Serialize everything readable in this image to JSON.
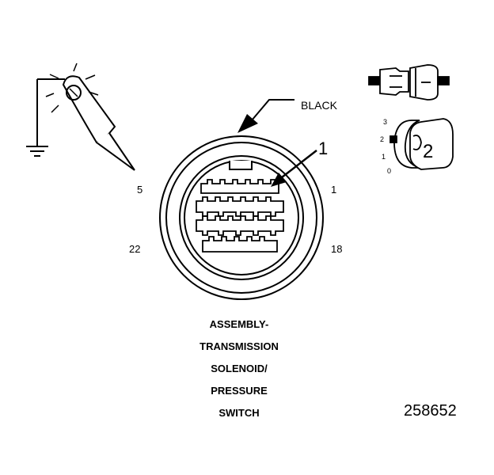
{
  "colors": {
    "line": "#000000",
    "background": "#ffffff"
  },
  "icons": [
    "test-light-probe-icon",
    "ground-symbol-icon",
    "connector-plug-icon",
    "connector-lock-icon"
  ],
  "labels": {
    "wire_color": "BLACK",
    "callout_1": "1",
    "callout_2": "2",
    "pin_5": "5",
    "pin_1": "1",
    "pin_22": "22",
    "pin_18": "18"
  },
  "lock_positions": [
    "3",
    "2",
    "1",
    "0"
  ],
  "caption_lines": [
    "ASSEMBLY-",
    "TRANSMISSION",
    "SOLENOID/",
    "PRESSURE",
    "SWITCH"
  ],
  "document_number": "258652"
}
